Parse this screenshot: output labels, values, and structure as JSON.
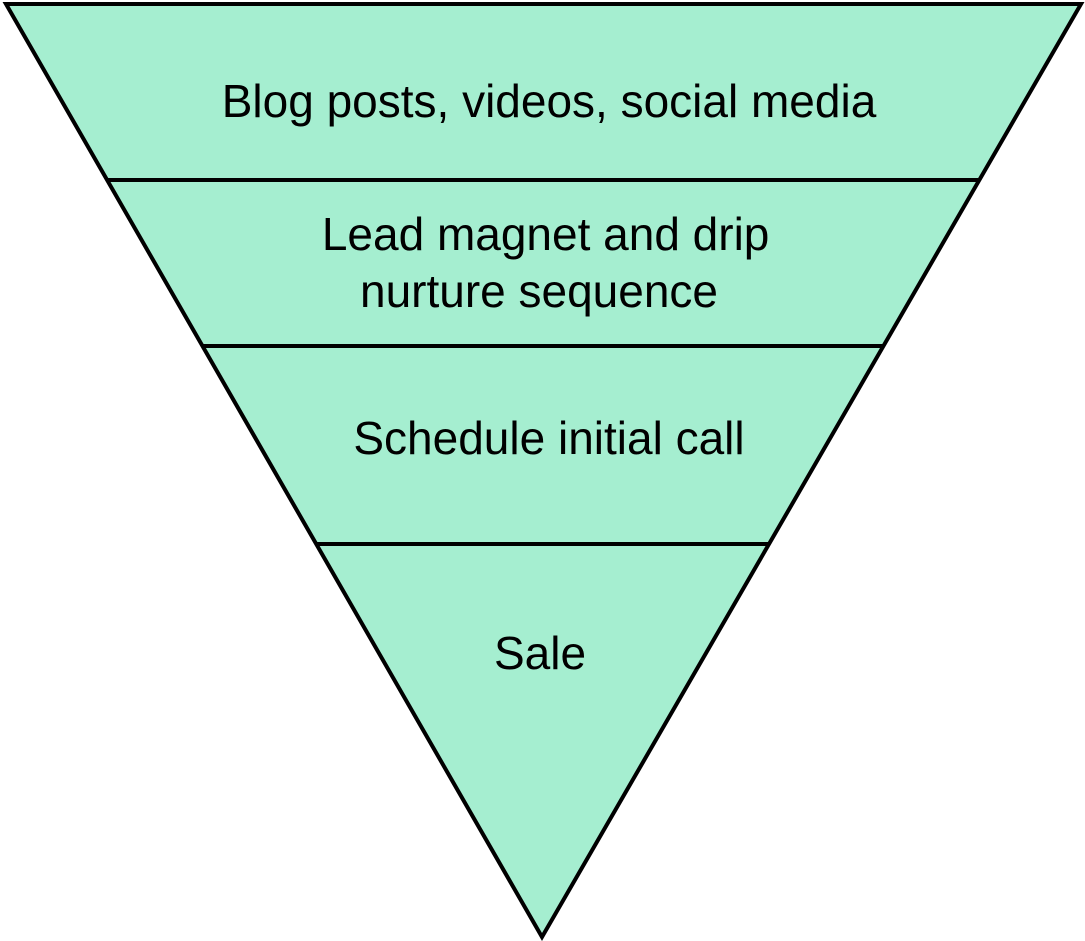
{
  "diagram": {
    "type": "funnel",
    "colors": {
      "fill": "#a5eed0",
      "outline": "#000000",
      "text": "#000000"
    },
    "stages": [
      {
        "id": "blog",
        "lines": [
          "Blog posts, videos, social media"
        ]
      },
      {
        "id": "lead-magnet",
        "lines": [
          "Lead magnet and drip",
          "nurture sequence"
        ]
      },
      {
        "id": "call",
        "lines": [
          "Schedule initial call"
        ]
      },
      {
        "id": "sale",
        "lines": [
          "Sale"
        ]
      }
    ]
  }
}
